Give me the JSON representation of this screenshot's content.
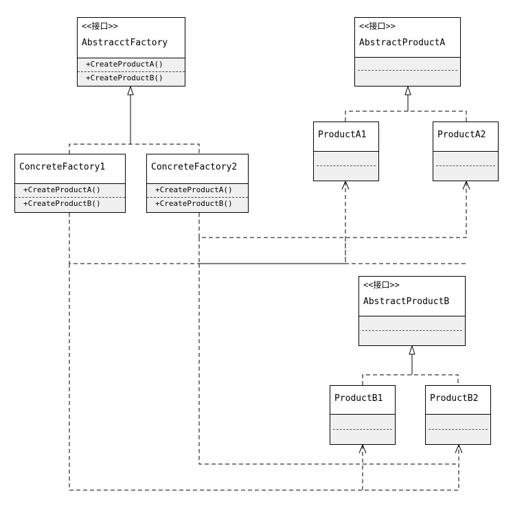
{
  "classes": {
    "abstract_factory": {
      "stereotype": "<<接口>>",
      "name": "AbstracctFactory",
      "ops": [
        "+CreateProductA()",
        "+CreateProductB()"
      ]
    },
    "abstract_product_a": {
      "stereotype": "<<接口>>",
      "name": "AbstractProductA"
    },
    "abstract_product_b": {
      "stereotype": "<<接口>>",
      "name": "AbstractProductB"
    },
    "concrete_factory_1": {
      "name": "ConcreteFactory1",
      "ops": [
        "+CreateProductA()",
        "+CreateProductB()"
      ]
    },
    "concrete_factory_2": {
      "name": "ConcreteFactory2",
      "ops": [
        "+CreateProductA()",
        "+CreateProductB()"
      ]
    },
    "product_a1": {
      "name": "ProductA1"
    },
    "product_a2": {
      "name": "ProductA2"
    },
    "product_b1": {
      "name": "ProductB1"
    },
    "product_b2": {
      "name": "ProductB2"
    }
  }
}
